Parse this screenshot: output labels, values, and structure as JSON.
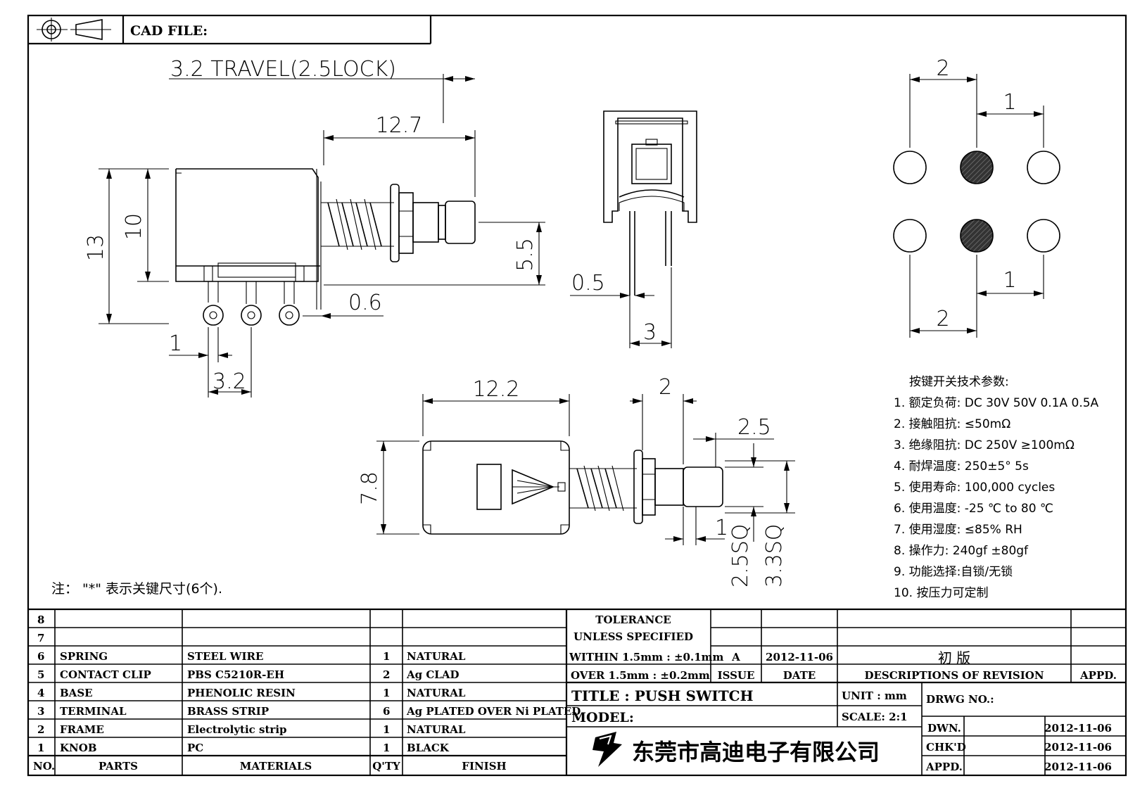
{
  "header": {
    "cad_file_label": "CAD FILE:"
  },
  "dimensions": {
    "travel": "3.2  TRAVEL(2.5LOCK)",
    "side_length": "12.7",
    "height_13": "13",
    "height_10": "10",
    "shaft_height": "5.5",
    "gap_0_6": "0.6",
    "pin_pitch_1": "1",
    "pin_pitch_3_2": "3.2",
    "front_0_5": "0.5",
    "front_3": "3",
    "top_length": "12.2",
    "top_width": "7.8",
    "top_2": "2",
    "top_2_5": "2.5",
    "top_1": "1",
    "top_2_5sq": "2.5SQ",
    "top_3_3sq": "3.3SQ",
    "pcb_top_2": "2",
    "pcb_top_1": "1",
    "pcb_bottom_1": "1",
    "pcb_bottom_2": "2"
  },
  "specs": {
    "title": "按键开关技术参数:",
    "items": [
      "1.  额定负荷: DC 30V 50V    0.1A  0.5A",
      "2.  接触阻抗: ≤50mΩ",
      "3.  绝缘阻抗: DC 250V  ≥100mΩ",
      "4.  耐焊温度: 250±5°    5s",
      "5.  使用寿命: 100,000 cycles",
      "6.  使用温度: -25  ℃  to 80  ℃",
      "7.  使用湿度: ≤85% RH",
      "8.  操作力: 240gf  ±80gf",
      "9.  功能选择:自锁/无锁",
      "10.  按压力可定制"
    ]
  },
  "note": "注：  \"*\"    表示关键尺寸(6个).",
  "bom": {
    "header": [
      "NO.",
      "PARTS",
      "MATERIALS",
      "Q'TY",
      "FINISH"
    ],
    "rows": [
      {
        "no": "8",
        "part": "",
        "material": "",
        "qty": "",
        "finish": ""
      },
      {
        "no": "7",
        "part": "",
        "material": "",
        "qty": "",
        "finish": ""
      },
      {
        "no": "6",
        "part": "SPRING",
        "material": "STEEL WIRE",
        "qty": "1",
        "finish": "NATURAL"
      },
      {
        "no": "5",
        "part": "CONTACT CLIP",
        "material": "PBS C5210R-EH",
        "qty": "2",
        "finish": "Ag CLAD"
      },
      {
        "no": "4",
        "part": "BASE",
        "material": "PHENOLIC RESIN",
        "qty": "1",
        "finish": "NATURAL"
      },
      {
        "no": "3",
        "part": "TERMINAL",
        "material": "BRASS STRIP",
        "qty": "6",
        "finish": "Ag PLATED OVER Ni PLATED"
      },
      {
        "no": "2",
        "part": "FRAME",
        "material": "Electrolytic strip",
        "qty": "1",
        "finish": "NATURAL"
      },
      {
        "no": "1",
        "part": "KNOB",
        "material": "PC",
        "qty": "1",
        "finish": "BLACK"
      }
    ]
  },
  "tolerance": {
    "title_1": "TOLERANCE",
    "title_2": "UNLESS   SPECIFIED",
    "within": "WITHIN 1.5mm : ±0.1mm",
    "over": "OVER 1.5mm : ±0.2mm"
  },
  "revision": {
    "issue": "A",
    "date": "2012-11-06",
    "description": "初 版",
    "issue_label": "ISSUE",
    "date_label": "DATE",
    "desc_label": "DESCRIPTIONS  OF  REVISION",
    "appd_label": "APPD."
  },
  "title_block": {
    "title": "TITLE :   PUSH  SWITCH",
    "model": "MODEL:",
    "unit": "UNIT :   mm",
    "scale": "SCALE:   2:1",
    "drwg_no": "DRWG NO.:",
    "company": "东莞市高迪电子有限公司",
    "dwn_label": "DWN.",
    "dwn_date": "2012-11-06",
    "chkd_label": "CHK'D",
    "chkd_date": "2012-11-06",
    "appd_label": "APPD.",
    "appd_date": "2012-11-06"
  }
}
